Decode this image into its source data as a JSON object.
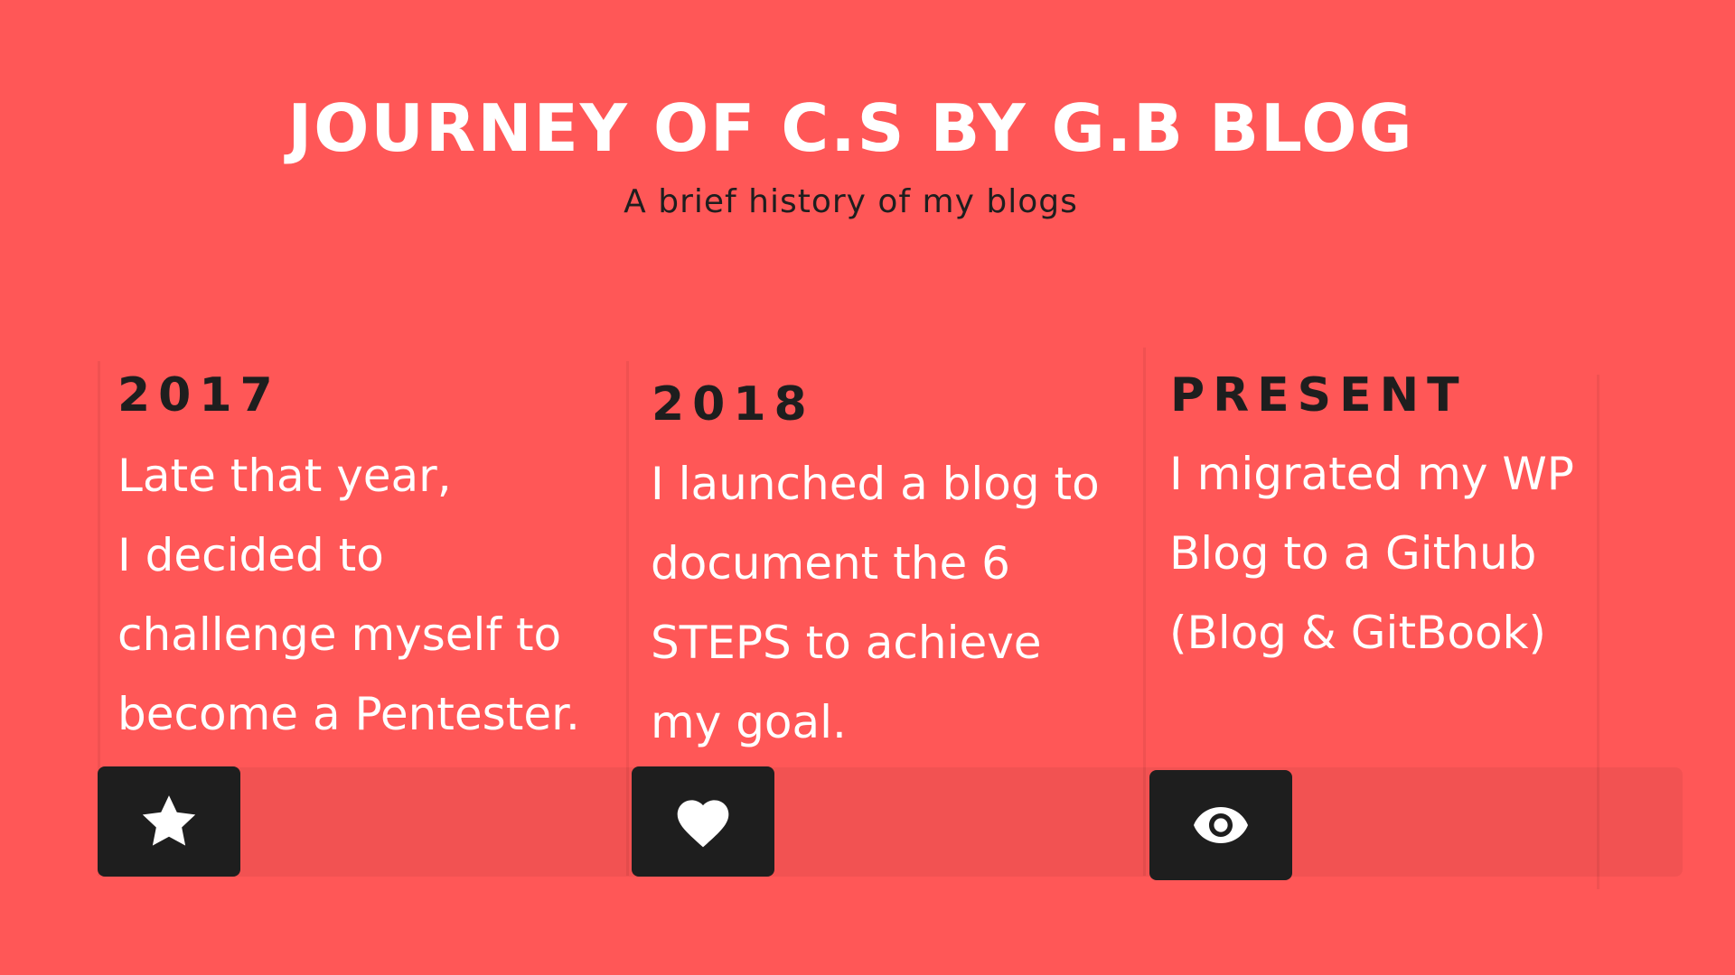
{
  "header": {
    "title": "JOURNEY OF C.S BY G.B BLOG",
    "subtitle": "A brief history of my blogs"
  },
  "timeline": [
    {
      "year": "2017",
      "lines": [
        "Late that year,",
        "I decided to",
        "challenge myself to",
        "become a Pentester."
      ],
      "icon": "star-icon"
    },
    {
      "year": "2018",
      "lines": [
        "I launched a blog to",
        "document the 6",
        "STEPS to achieve",
        "my goal."
      ],
      "icon": "heart-icon"
    },
    {
      "year": "PRESENT",
      "lines": [
        "I migrated my WP",
        "Blog to a Github",
        "(Blog & GitBook)"
      ],
      "icon": "eye-icon"
    }
  ],
  "colors": {
    "background": "#ff5757",
    "dark": "#1e1e1e",
    "light": "#ffffff"
  }
}
